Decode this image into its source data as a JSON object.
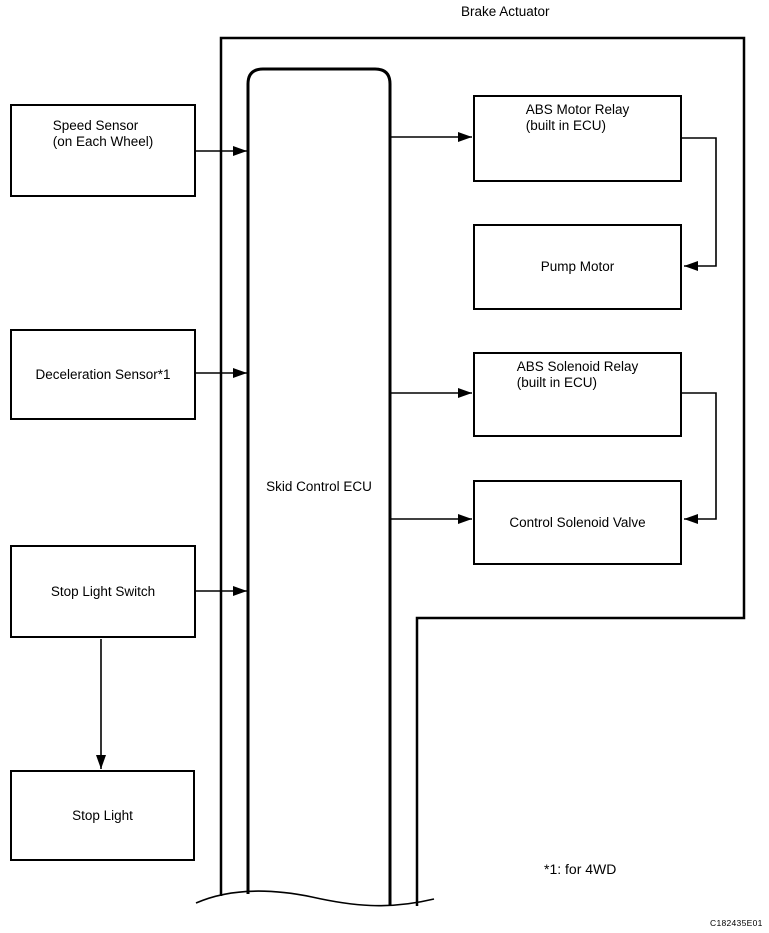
{
  "diagram": {
    "container_label": "Brake Actuator",
    "footnote": "*1: for 4WD",
    "figure_code": "C182435E01",
    "colors": {
      "line": "#000000",
      "background": "#ffffff",
      "text": "#000000"
    },
    "nodes": {
      "speed_sensor": {
        "label": "Speed Sensor\n(on Each Wheel)"
      },
      "deceleration_sensor": {
        "label": "Deceleration Sensor*1"
      },
      "stop_light_switch": {
        "label": "Stop Light Switch"
      },
      "stop_light": {
        "label": "Stop Light"
      },
      "skid_control_ecu": {
        "label": "Skid Control ECU"
      },
      "abs_motor_relay": {
        "label": "ABS Motor Relay\n(built in ECU)"
      },
      "pump_motor": {
        "label": "Pump Motor"
      },
      "abs_solenoid_relay": {
        "label": "ABS Solenoid Relay\n(built in ECU)"
      },
      "control_solenoid_valve": {
        "label": "Control Solenoid Valve"
      }
    },
    "edges": [
      {
        "from": "speed_sensor",
        "to": "skid_control_ecu"
      },
      {
        "from": "deceleration_sensor",
        "to": "skid_control_ecu"
      },
      {
        "from": "stop_light_switch",
        "to": "skid_control_ecu"
      },
      {
        "from": "stop_light_switch",
        "to": "stop_light"
      },
      {
        "from": "skid_control_ecu",
        "to": "abs_motor_relay"
      },
      {
        "from": "skid_control_ecu",
        "to": "abs_solenoid_relay"
      },
      {
        "from": "skid_control_ecu",
        "to": "control_solenoid_valve"
      },
      {
        "from": "abs_motor_relay",
        "to": "pump_motor"
      },
      {
        "from": "abs_solenoid_relay",
        "to": "control_solenoid_valve"
      }
    ]
  }
}
